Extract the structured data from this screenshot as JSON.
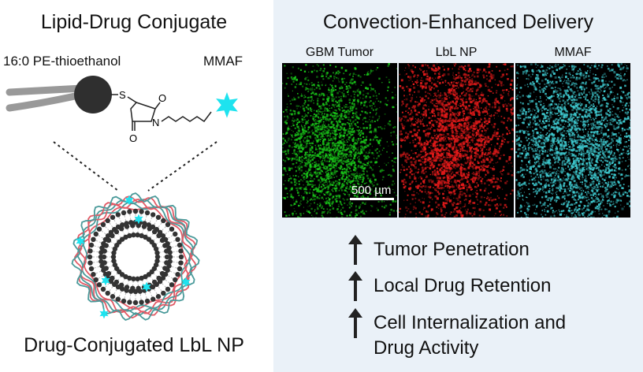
{
  "left": {
    "title": "Lipid-Drug Conjugate",
    "lipid_label": "16:0 PE-thioethanol",
    "drug_label": "MMAF",
    "bottom_title": "Drug-Conjugated LbL NP",
    "structure_atoms": {
      "sulfur": "S",
      "nitrogen": "N",
      "oxygen_top": "O",
      "oxygen_bottom": "O"
    }
  },
  "right": {
    "title": "Convection-Enhanced Delivery",
    "panels": [
      {
        "label": "GBM Tumor",
        "color": "#19c419"
      },
      {
        "label": "LbL NP",
        "color": "#e21a1a"
      },
      {
        "label": "MMAF",
        "color": "#3ec9cf"
      }
    ],
    "scale_bar": "500 µm",
    "benefits": [
      {
        "lines": [
          "Tumor Penetration"
        ]
      },
      {
        "lines": [
          "Local Drug Retention"
        ]
      },
      {
        "lines": [
          "Cell Internalization and",
          "Drug Activity"
        ]
      }
    ]
  },
  "colors": {
    "panel_bg": "#eaf1f8",
    "drug_star": "#1ee3ef",
    "outer_layer_teal": "#4a9a9a",
    "outer_layer_red": "#e25a66",
    "bilayer_bead": "#333333"
  }
}
